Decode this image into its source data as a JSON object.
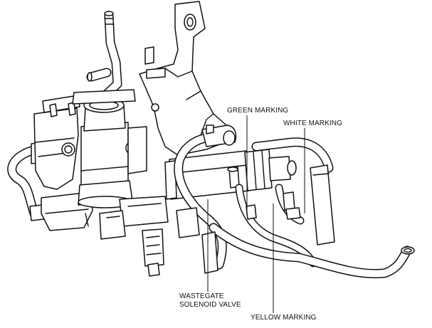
{
  "labels": {
    "green_marking": "GREEN MARKING",
    "white_marking": "WHITE MARKING",
    "wastegate_line1": "WASTEGATE",
    "wastegate_line2": "SOLENOID VALVE",
    "yellow_marking": "YELLOW MARKING"
  }
}
